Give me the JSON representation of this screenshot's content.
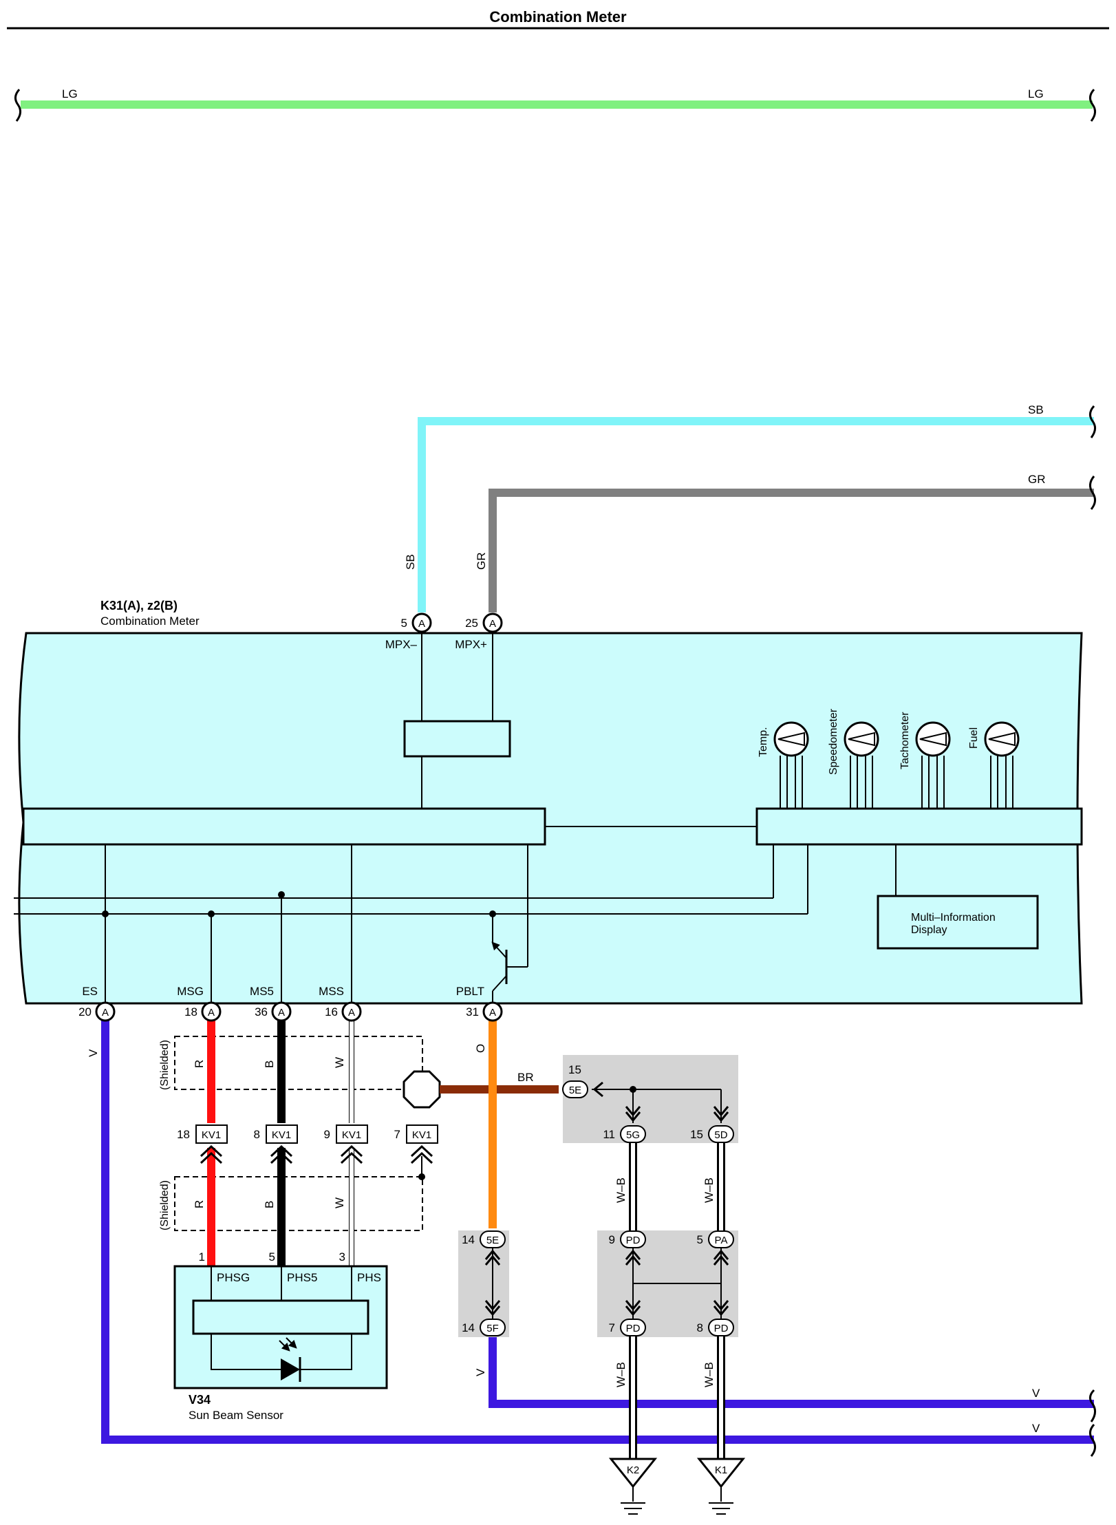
{
  "title": "Combination Meter",
  "wire_colors": {
    "LG": "#80f080",
    "SB": "#80f4f8",
    "GR": "#808080",
    "R": "#ff1010",
    "B": "#000000",
    "W": "#ffffff",
    "O": "#ff8a10",
    "BR": "#8a2c08",
    "V": "#3d18e0",
    "W-B": "#ffffff"
  },
  "fill_colors": {
    "component": "#ccfcfc",
    "junction_block": "#d4d4d4"
  },
  "wires": {
    "lg_left": "LG",
    "lg_right": "LG",
    "sb_vert": "SB",
    "sb_right": "SB",
    "gr_vert": "GR",
    "gr_right": "GR",
    "r_top": "R",
    "b_top": "B",
    "w_top": "W",
    "r_bot": "R",
    "b_bot": "B",
    "w_bot": "W",
    "o": "O",
    "br": "BR",
    "v_left": "V",
    "v_mid": "V",
    "v_right_a": "V",
    "v_right_b": "V",
    "wb1": "W–B",
    "wb2": "W–B",
    "wb3": "W–B",
    "wb4": "W–B"
  },
  "shield_label_top": "(Shielded)",
  "shield_label_bot": "(Shielded)",
  "meter": {
    "code": "K31(A), z2(B)",
    "name": "Combination Meter",
    "top_pins": [
      {
        "num": "5",
        "conn": "A",
        "signal": "MPX–"
      },
      {
        "num": "25",
        "conn": "A",
        "signal": "MPX+"
      }
    ],
    "bottom_pins": [
      {
        "num": "20",
        "conn": "A",
        "signal": "ES"
      },
      {
        "num": "18",
        "conn": "A",
        "signal": "MSG"
      },
      {
        "num": "36",
        "conn": "A",
        "signal": "MS5"
      },
      {
        "num": "16",
        "conn": "A",
        "signal": "MSS"
      },
      {
        "num": "31",
        "conn": "A",
        "signal": "PBLT"
      }
    ],
    "gauges": [
      "Temp.",
      "Speedometer",
      "Tachometer",
      "Fuel"
    ],
    "mid_line1": "Multi–Information",
    "mid_line2": "Display"
  },
  "kv1": [
    {
      "num": "18",
      "label": "KV1"
    },
    {
      "num": "8",
      "label": "KV1"
    },
    {
      "num": "9",
      "label": "KV1"
    },
    {
      "num": "7",
      "label": "KV1"
    }
  ],
  "sensor": {
    "code": "V34",
    "name": "Sun Beam Sensor",
    "pins": [
      {
        "num": "1",
        "signal": "PHSG"
      },
      {
        "num": "5",
        "signal": "PHS5"
      },
      {
        "num": "3",
        "signal": "PHS"
      }
    ]
  },
  "junctions": {
    "j15_5e": {
      "num": "15",
      "label": "5E"
    },
    "j11_5g": {
      "num": "11",
      "label": "5G"
    },
    "j15_5d": {
      "num": "15",
      "label": "5D"
    },
    "j14_5e": {
      "num": "14",
      "label": "5E"
    },
    "j14_5f": {
      "num": "14",
      "label": "5F"
    },
    "j9_pd": {
      "num": "9",
      "label": "PD"
    },
    "j5_pa": {
      "num": "5",
      "label": "PA"
    },
    "j7_pd": {
      "num": "7",
      "label": "PD"
    },
    "j8_pd": {
      "num": "8",
      "label": "PD"
    }
  },
  "grounds": [
    "K2",
    "K1"
  ]
}
